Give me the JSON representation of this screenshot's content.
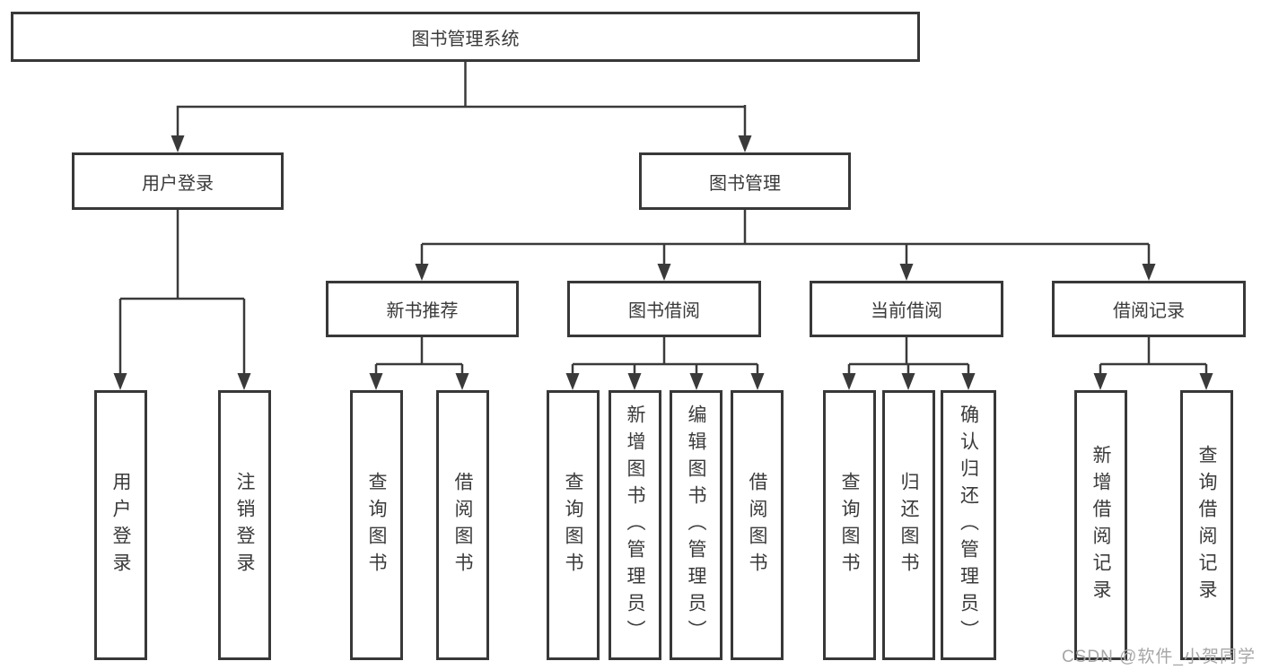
{
  "diagram_title": "图书管理系统",
  "nodes": {
    "root": "图书管理系统",
    "user_login": "用户登录",
    "book_management": "图书管理",
    "new_book_recommend": "新书推荐",
    "book_borrow": "图书借阅",
    "current_borrow": "当前借阅",
    "borrow_records": "借阅记录",
    "leaf_user_login": "用户登录",
    "leaf_logout": "注销登录",
    "leaf_nb_query_books": "查询图书",
    "leaf_nb_borrow_books": "借阅图书",
    "leaf_bb_query_books": "查询图书",
    "leaf_bb_add_books": "新增图书（管理员）",
    "leaf_bb_edit_books": "编辑图书（管理员）",
    "leaf_bb_borrow_books": "借阅图书",
    "leaf_cb_query_books": "查询图书",
    "leaf_cb_return_books": "归还图书",
    "leaf_cb_confirm_return": "确认归还（管理员）",
    "leaf_br_add_record": "新增借阅记录",
    "leaf_br_query_record": "查询借阅记录"
  },
  "watermark": "CSDN @软件_小贺同学",
  "colors": {
    "line": "#3a3a3a",
    "box_border": "#383838",
    "text": "#3a3a3a",
    "background": "#ffffff",
    "watermark": "#a6a6a6"
  }
}
